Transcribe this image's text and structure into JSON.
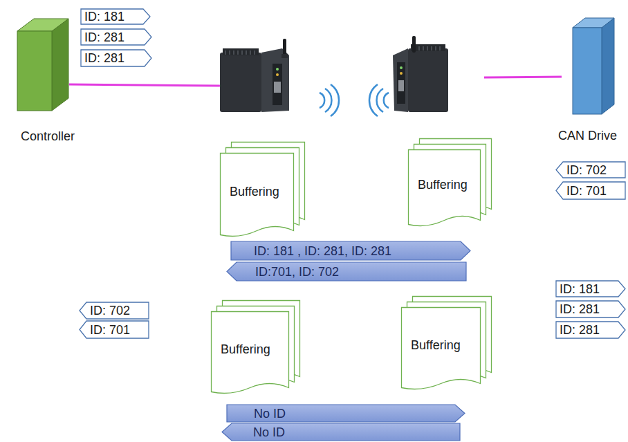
{
  "diagram": {
    "nodes": [
      {
        "text": [
          "ID: 181"
        ]
      },
      {
        "text": [
          "ID: 281"
        ]
      },
      {
        "text": [
          "ID: 281"
        ]
      },
      {
        "text": [
          "Controller"
        ]
      },
      {
        "text": [
          "CAN Drive"
        ]
      },
      {
        "text": [
          "Buffering"
        ]
      },
      {
        "text": [
          "Buffering"
        ]
      },
      {
        "text": [
          "ID: 702"
        ]
      },
      {
        "text": [
          "ID: 701"
        ]
      },
      {
        "text": [
          "ID: 181 , ID: 281, ID: 281"
        ]
      },
      {
        "text": [
          "ID:701, ID: 702"
        ]
      },
      {
        "text": [
          "ID: 181"
        ]
      },
      {
        "text": [
          "ID: 281"
        ]
      },
      {
        "text": [
          "ID: 281"
        ]
      },
      {
        "text": [
          "ID: 702"
        ]
      },
      {
        "text": [
          "ID: 701"
        ]
      },
      {
        "text": [
          "Buffering"
        ]
      },
      {
        "text": [
          "Buffering"
        ]
      },
      {
        "text": [
          "No ID"
        ]
      },
      {
        "text": [
          "No ID"
        ]
      }
    ]
  }
}
